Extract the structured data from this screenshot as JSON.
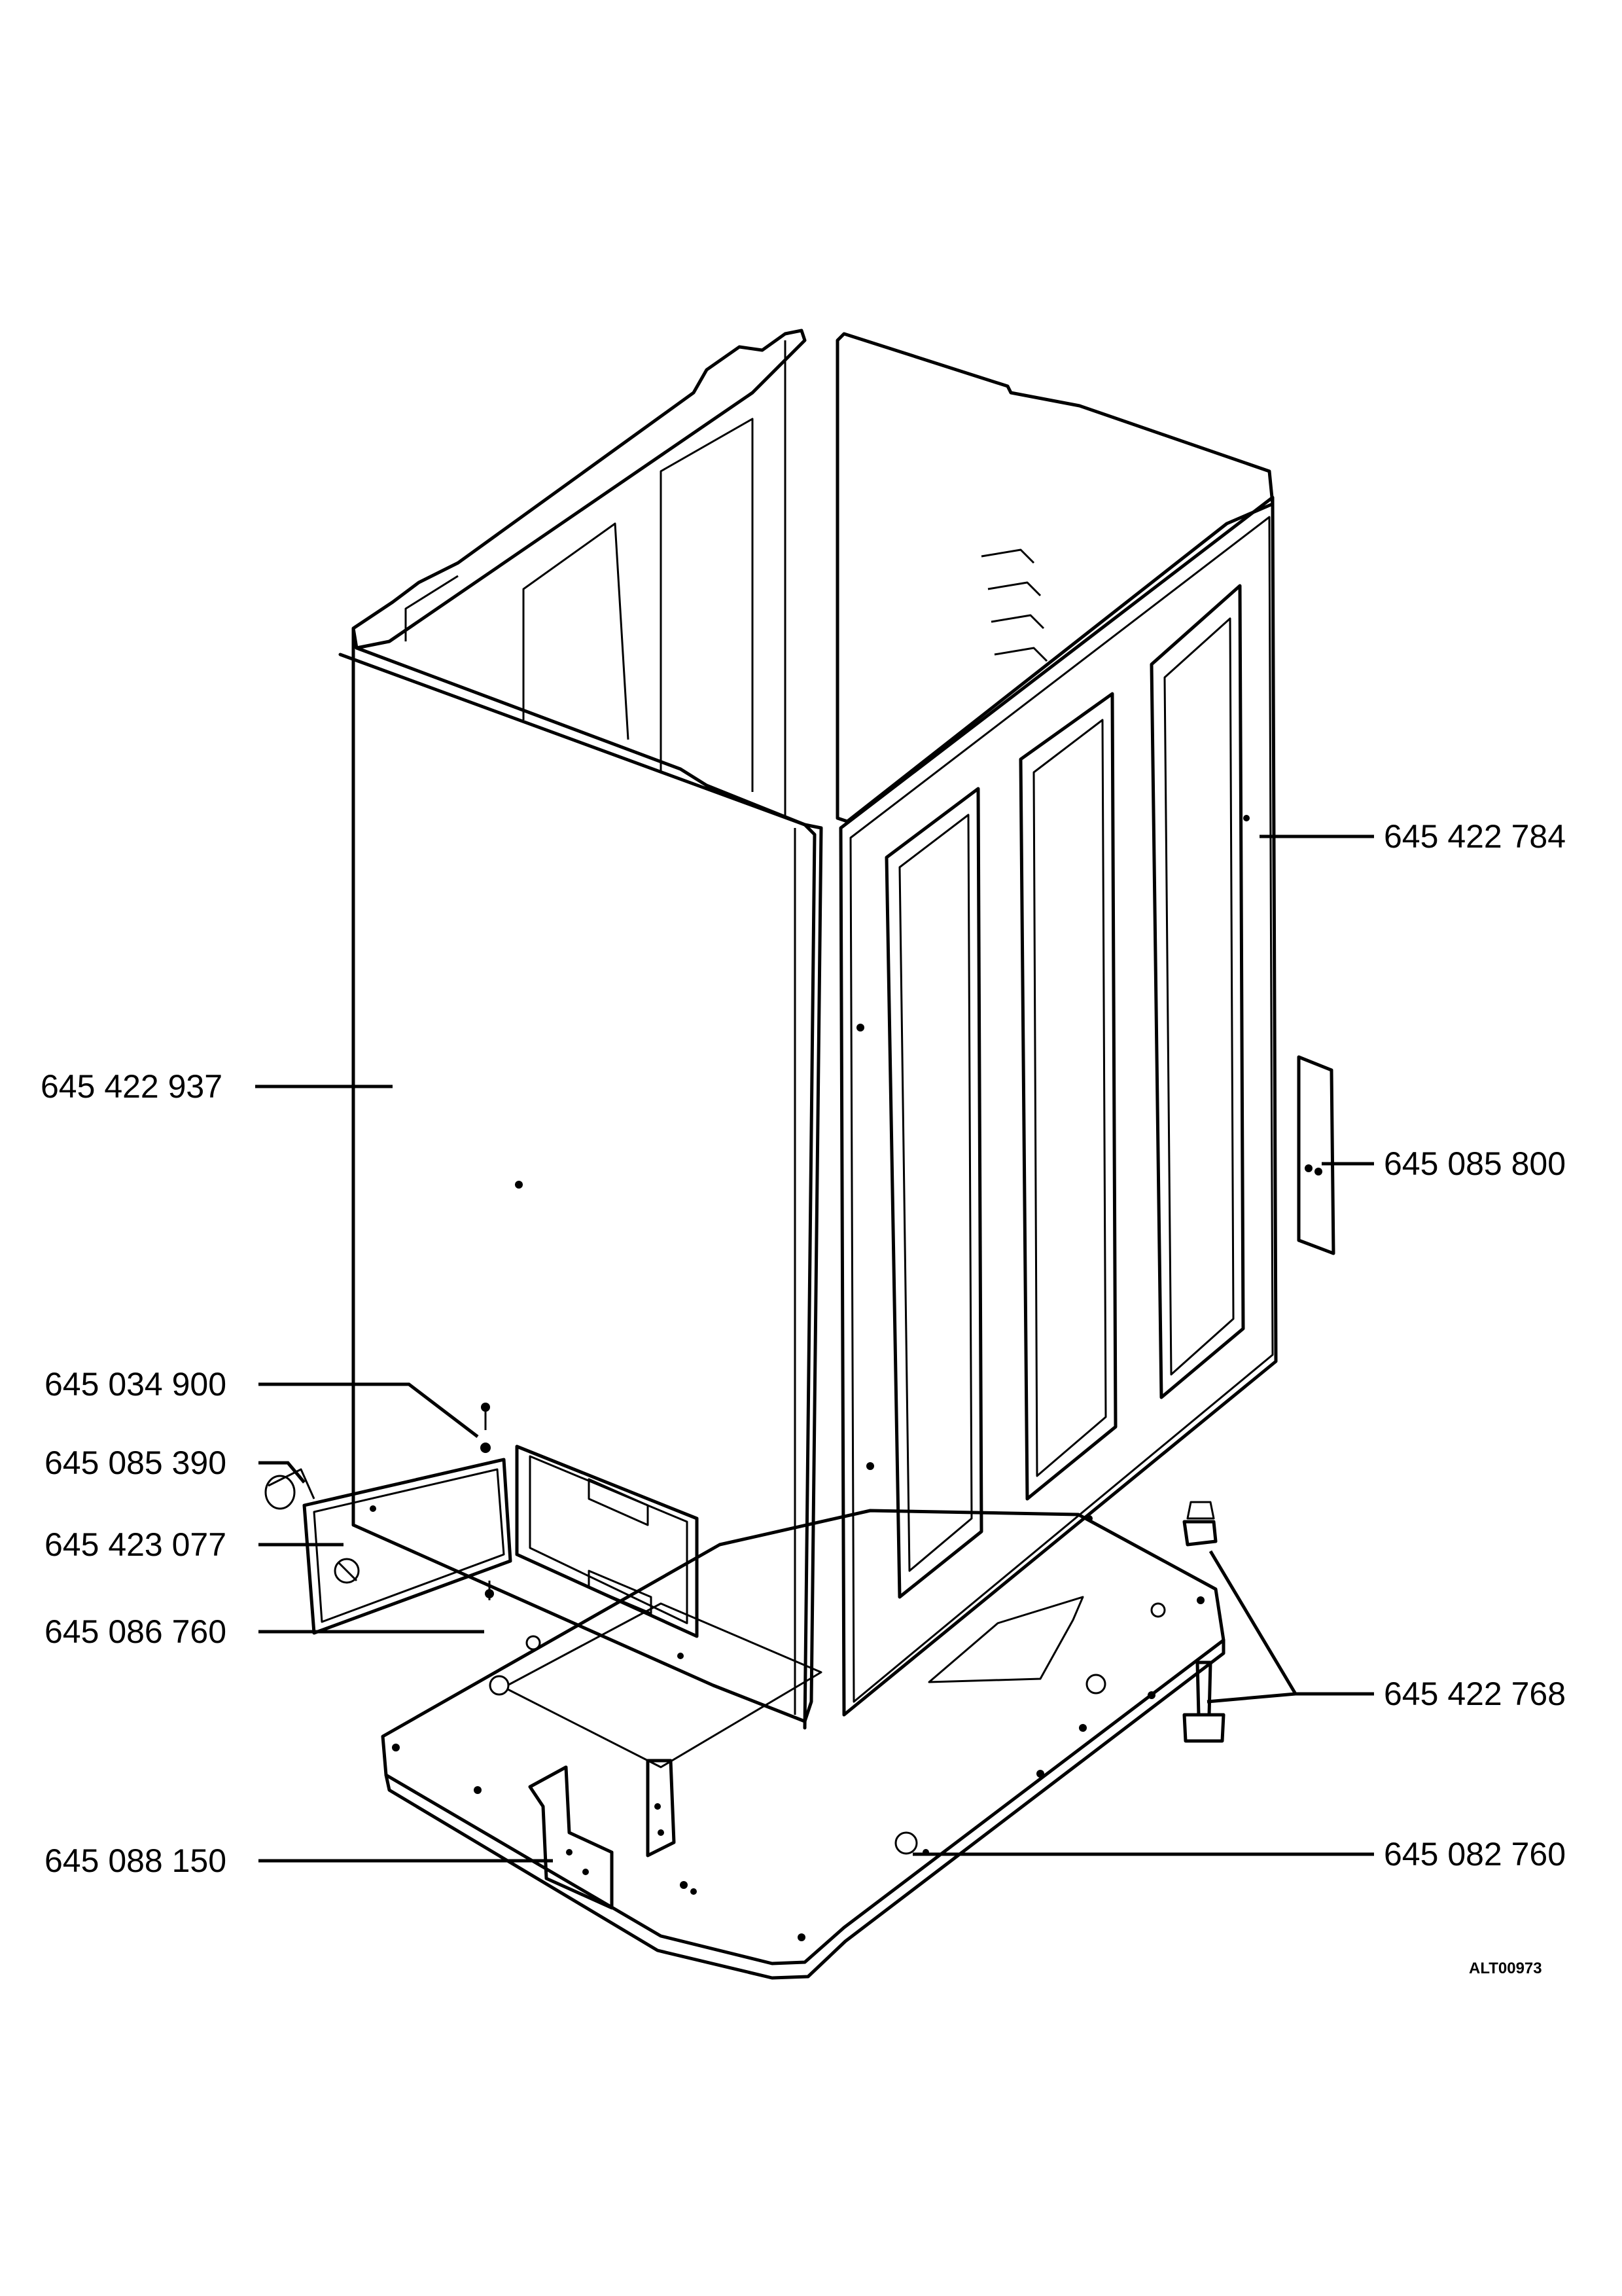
{
  "drawing_code": "ALT00973",
  "parts": [
    {
      "id": "side-panel-left",
      "number": "645 422 937"
    },
    {
      "id": "side-panel-right",
      "number": "645 422 784"
    },
    {
      "id": "bracket-right",
      "number": "645 085 800"
    },
    {
      "id": "screw-top",
      "number": "645 034 900"
    },
    {
      "id": "clip",
      "number": "645 085 390"
    },
    {
      "id": "service-hatch",
      "number": "645 423 077"
    },
    {
      "id": "screw-bottom",
      "number": "645 086 760"
    },
    {
      "id": "feet",
      "number": "645 422 768"
    },
    {
      "id": "front-bracket",
      "number": "645 088 150"
    },
    {
      "id": "base-plate",
      "number": "645 082 760"
    }
  ]
}
